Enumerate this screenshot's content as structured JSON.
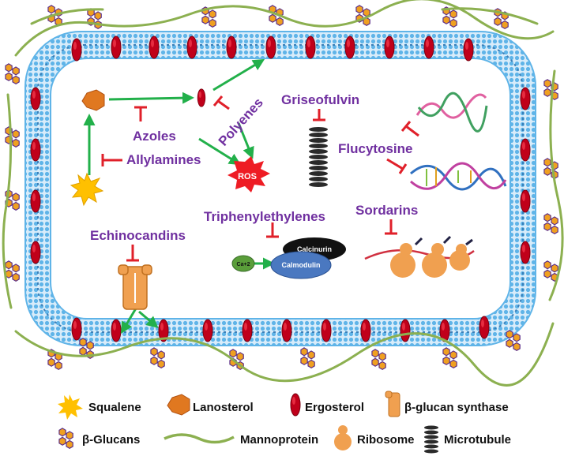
{
  "drugs": {
    "griseofulvin": "Griseofulvin",
    "polyenes": "Polyenes",
    "azoles": "Azoles",
    "allylamines": "Allylamines",
    "flucytosine": "Flucytosine",
    "echinocandins": "Echinocandins",
    "triphenylethylenes": "Triphenylethylenes",
    "sordarins": "Sordarins"
  },
  "molecules": {
    "ros": "ROS",
    "calcinurin": "Calcinurin",
    "calmodulin": "Calmodulin",
    "calcium": "Ca+2"
  },
  "legend": {
    "squalene": "Squalene",
    "lanosterol": "Lanosterol",
    "ergosterol": "Ergosterol",
    "glucan_synthase": "β-glucan synthase",
    "glucans": "β-Glucans",
    "mannoprotein": "Mannoprotein",
    "ribosome": "Ribosome",
    "microtubule": "Microtubule"
  },
  "colors": {
    "drug_text": "#7030a0",
    "inhibition": "#e0202a",
    "pathway_arrow": "#22b04a",
    "membrane": "#5fb4e8",
    "ergosterol": "#c0001a",
    "lanosterol": "#e07820",
    "squalene": "#ffc000",
    "glucan": "#f0a020",
    "mannoprotein": "#8cb050",
    "ribosome": "#f0a050",
    "calmodulin": "#4a78c0",
    "calcinurin": "#111111"
  }
}
